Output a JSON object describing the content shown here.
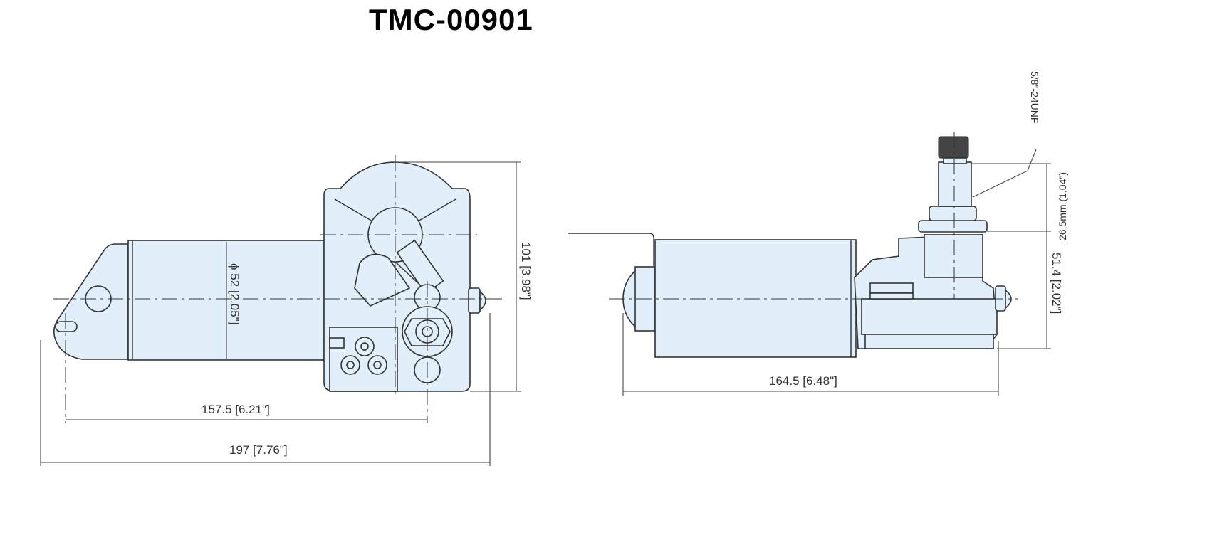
{
  "title": "TMC-00901",
  "colors": {
    "body_fill": "#e0eff9",
    "line": "#333333"
  },
  "front_view": {
    "height_dim": "101 [3.98\"]",
    "diameter_dim": "ϕ 52 [2.05\"]",
    "mount_to_shaft_dim": "157.5 [6.21\"]",
    "overall_length_dim": "197 [7.76\"]"
  },
  "side_view": {
    "thread_label": "5/8\"-24UNF",
    "shaft_length_dim": "26,5mm (1,04\")",
    "height_dim": "51.4 [2.02\"]",
    "length_dim": "164.5 [6.48\"]"
  }
}
